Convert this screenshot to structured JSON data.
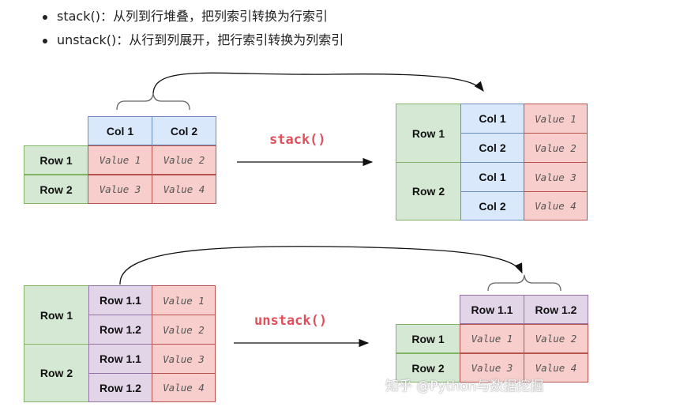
{
  "bullets": [
    "stack()：从列到行堆叠，把列索引转换为行索引",
    "unstack()：从行到列展开，把行索引转换为列索引"
  ],
  "stack_op": "stack()",
  "unstack_op": "unstack()",
  "labels": {
    "row1": "Row 1",
    "row2": "Row 2",
    "col1": "Col 1",
    "col2": "Col 2",
    "row11": "Row 1.1",
    "row12": "Row 1.2",
    "v1": "Value 1",
    "v2": "Value 2",
    "v3": "Value 3",
    "v4": "Value 4"
  },
  "watermark": "知乎 @Python与数据挖掘",
  "colors": {
    "green": "#d5e8d4",
    "blue": "#dae8fc",
    "red": "#f8cecc",
    "purple": "#e1d5e7",
    "operator": "#e0505a"
  }
}
